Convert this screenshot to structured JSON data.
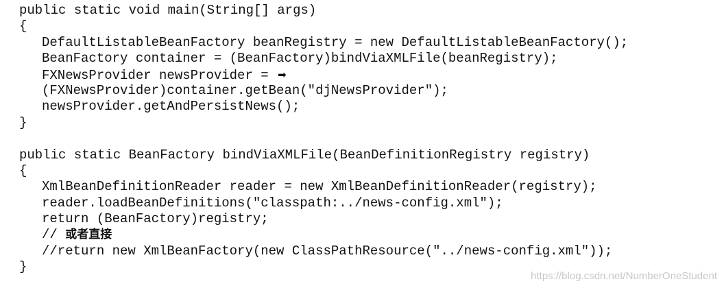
{
  "code": {
    "lines": [
      {
        "indent": 0,
        "text": "public static void main(String[] args)"
      },
      {
        "indent": 0,
        "text": "{"
      },
      {
        "indent": 1,
        "text": "DefaultListableBeanFactory beanRegistry = new DefaultListableBeanFactory();"
      },
      {
        "indent": 1,
        "text": "BeanFactory container = (BeanFactory)bindViaXMLFile(beanRegistry);"
      },
      {
        "indent": 1,
        "text": "FXNewsProvider newsProvider = ",
        "continuation_icon": "continuation-arrow-icon",
        "continuation_glyph": "➡"
      },
      {
        "indent": 1,
        "text": "(FXNewsProvider)container.getBean(\"djNewsProvider\");"
      },
      {
        "indent": 1,
        "text": "newsProvider.getAndPersistNews();"
      },
      {
        "indent": 0,
        "text": "}"
      },
      {
        "indent": 0,
        "text": ""
      },
      {
        "indent": 0,
        "text": "public static BeanFactory bindViaXMLFile(BeanDefinitionRegistry registry)"
      },
      {
        "indent": 0,
        "text": "{"
      },
      {
        "indent": 1,
        "text": "XmlBeanDefinitionReader reader = new XmlBeanDefinitionReader(registry);"
      },
      {
        "indent": 1,
        "text": "reader.loadBeanDefinitions(\"classpath:../news-config.xml\");"
      },
      {
        "indent": 1,
        "text": "return (BeanFactory)registry;"
      },
      {
        "indent": 1,
        "text": "// ",
        "comment_cjk": "或者直接"
      },
      {
        "indent": 1,
        "text": "//return new XmlBeanFactory(new ClassPathResource(\"../news-config.xml\"));"
      },
      {
        "indent": 0,
        "text": "}"
      }
    ]
  },
  "watermark": "https://blog.csdn.net/NumberOneStudent",
  "colors": {
    "text": "#111111",
    "background": "#ffffff",
    "watermark": "#c8c8c8"
  }
}
